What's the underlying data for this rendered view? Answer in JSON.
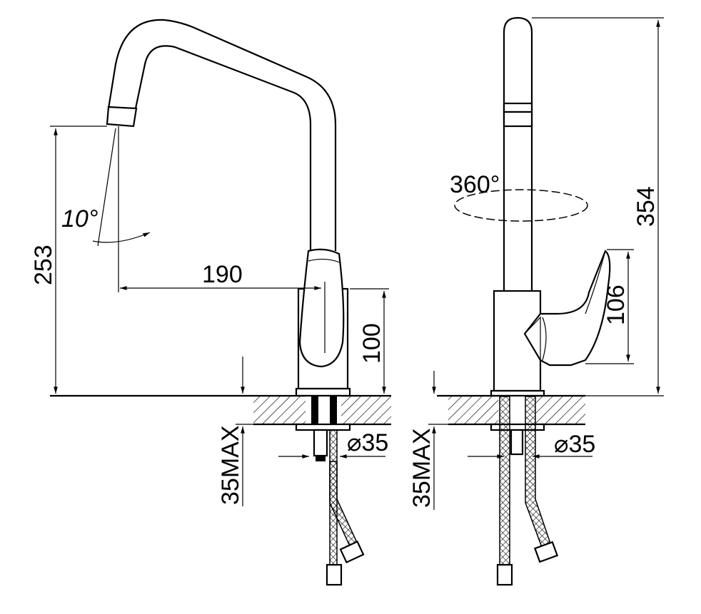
{
  "title": "Kitchen faucet technical drawing",
  "left_view": {
    "angle_label": "10°",
    "height_label": "253",
    "reach_label": "190",
    "body_height_label": "100",
    "deck_thickness_label": "35MAX",
    "hole_diameter_label": "⌀35"
  },
  "right_view": {
    "rotation_label": "360°",
    "total_height_label": "354",
    "handle_height_label": "106",
    "deck_thickness_label": "35MAX",
    "hole_diameter_label": "⌀35"
  },
  "colors": {
    "line": "#000000",
    "background": "#ffffff"
  }
}
